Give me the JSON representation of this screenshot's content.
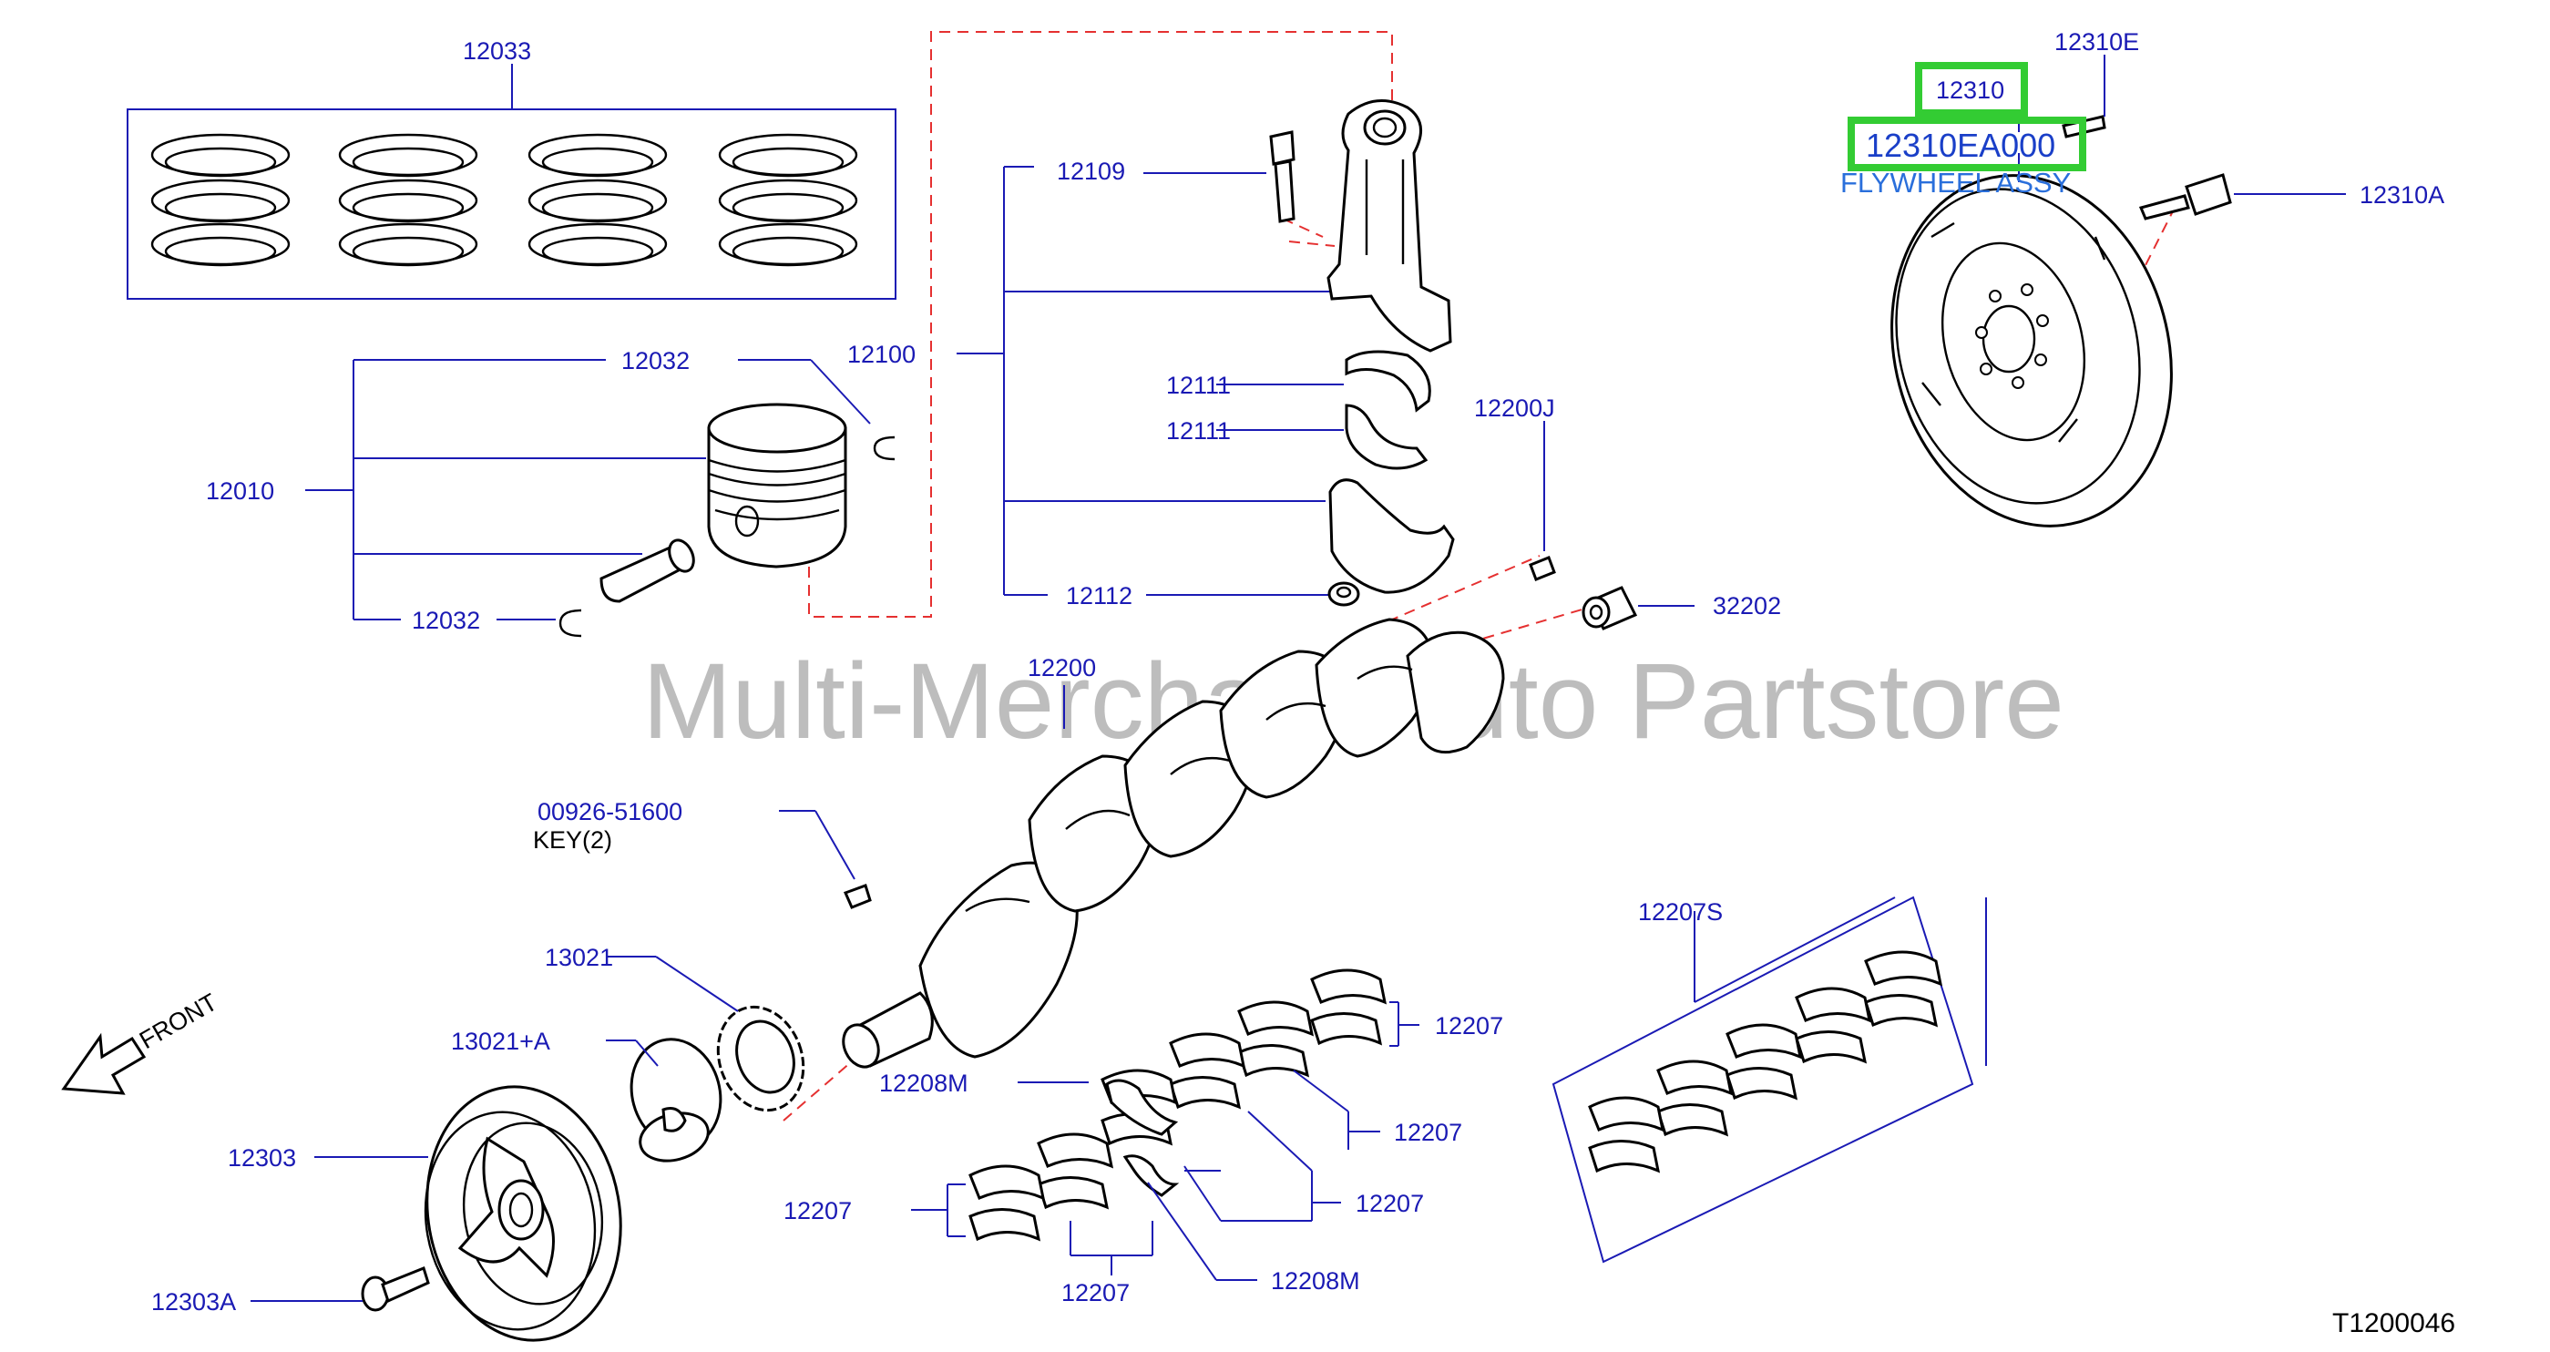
{
  "diagram": {
    "watermark": "Multi-Merchant Auto Partstore",
    "figure_code": "T1200046",
    "front_label": "FRONT",
    "labels": {
      "piston_ring_set": "12033",
      "piston_pin_snap_ring_top": "12032",
      "piston_pin_snap_ring_bottom": "12032",
      "piston_assy": "12010",
      "connecting_rod_assy": "12100",
      "rod_bolt": "12109",
      "rod_bearing_upper": "12111",
      "rod_bearing_lower": "12111",
      "rod_nut": "12112",
      "crank_pilot_bushing": "12200J",
      "pilot_bearing": "32202",
      "crankshaft": "12200",
      "woodruff_key_code": "00926-51600",
      "woodruff_key_desc": "KEY(2)",
      "sprocket": "13021",
      "spacer": "13021+A",
      "crank_pulley": "12303",
      "pulley_bolt": "12303A",
      "thrust_washer_top": "12208M",
      "thrust_washer_bottom": "12208M",
      "main_bearing_1": "12207",
      "main_bearing_2": "12207",
      "main_bearing_3": "12207",
      "main_bearing_4": "12207",
      "main_bearing_5": "12207",
      "main_bearing_set": "12207S",
      "flywheel": "12310",
      "flywheel_part_no": "12310EA000",
      "flywheel_desc": "FLYWHEEL ASSY",
      "flywheel_dowel": "12310E",
      "flywheel_bolt": "12310A"
    },
    "highlight_color": "#33cc33",
    "label_color": "#1a1ab4",
    "reference_line_color": "#e53030"
  }
}
